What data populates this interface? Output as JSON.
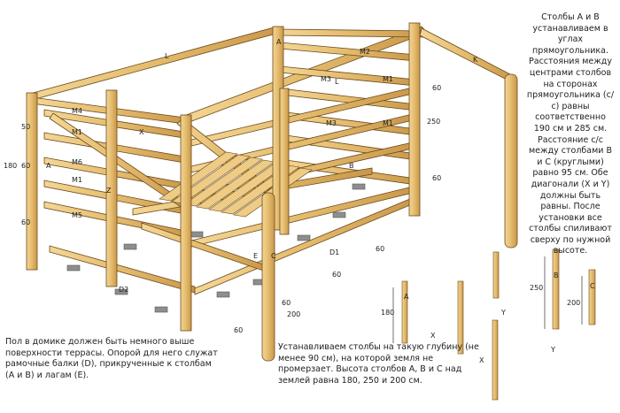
{
  "captions": {
    "right": "Столбы А и В устанавливаем в углах прямоугольника. Расстояния между центрами столбов на сторонах прямоугольника (с/с) равны соответственно 190 см и 285 см. Расстояние с/с между столбами В и С (круглыми) равно 95 см. Обе диагонали (Х и Y) должны быть равны. После установки все столбы спиливают сверху по нужной высоте.",
    "bottom_left": "Пол в домике должен быть немного выше поверхности террасы. Опорой для него служат рамочные балки (D), прикрученные к столбам (А и В) и лагам (Е).",
    "bottom_mid": "Устанавливаем столбы на такую глубину (не менее 90 см), на которой земля не промерзает. Высота столбов А, В и С над землей равна 180, 250 и 200 см."
  },
  "frame_labels": {
    "A1": "A",
    "A2": "A",
    "L1": "L",
    "L2": "L",
    "K": "K",
    "M4": "M4",
    "M1a": "M1",
    "M5": "M5",
    "M1b": "M1",
    "M6": "M6",
    "X": "X",
    "Z": "Z",
    "M2": "M2",
    "M3a": "M3",
    "M1c": "M1",
    "M3b": "M3",
    "M1d": "M1",
    "B": "B",
    "C": "C",
    "E": "E",
    "D1": "D1",
    "D2": "D2"
  },
  "dimensions": {
    "d50": "50",
    "d180": "180",
    "d60a": "60",
    "d60b": "60",
    "d250": "250",
    "d60c": "60",
    "d60d": "60",
    "d60e": "60",
    "d60f": "60",
    "d60g": "60",
    "d60h": "60",
    "d200": "200"
  },
  "inset": {
    "labels": {
      "A": "A",
      "B": "B",
      "C": "C",
      "X": "X",
      "Y1": "Y",
      "Y2": "Y",
      "X2": "X"
    },
    "heights": {
      "a": "180",
      "b": "250",
      "c": "200"
    }
  },
  "colors": {
    "wood": "#e8c27a",
    "wood_dark": "#b98838",
    "outline": "#6b4a1c",
    "concrete": "#8e8e8e"
  }
}
